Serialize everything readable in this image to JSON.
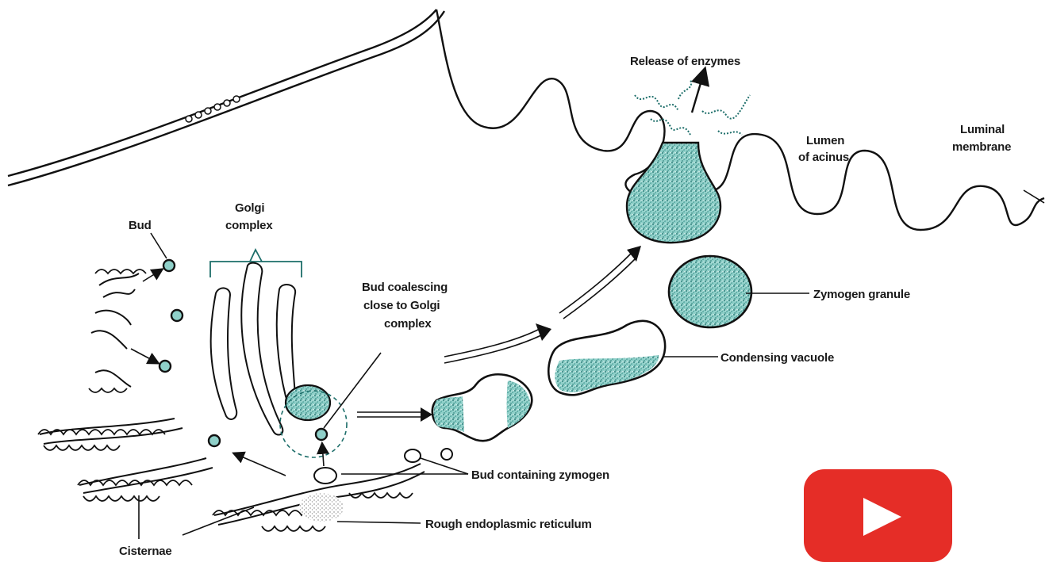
{
  "labels": {
    "release": "Release of enzymes",
    "lumen_line1": "Lumen",
    "lumen_line2": "of acinus",
    "luminal_line1": "Luminal",
    "luminal_line2": "membrane",
    "golgi_line1": "Golgi",
    "golgi_line2": "complex",
    "bud": "Bud",
    "coalesce_line1": "Bud coalescing",
    "coalesce_line2": "close to Golgi",
    "coalesce_line3": "complex",
    "zymogen_granule": "Zymogen granule",
    "condensing_vacuole": "Condensing vacuole",
    "bud_zymogen": "Bud containing zymogen",
    "rough_er": "Rough endoplasmic reticulum",
    "cisternae": "Cisternae"
  },
  "colors": {
    "teal_fill": "#7fc3bd",
    "teal_dark": "#1d6e6a",
    "youtube_red": "#e52d27"
  },
  "icons": {
    "play_button": "youtube-play-icon"
  }
}
